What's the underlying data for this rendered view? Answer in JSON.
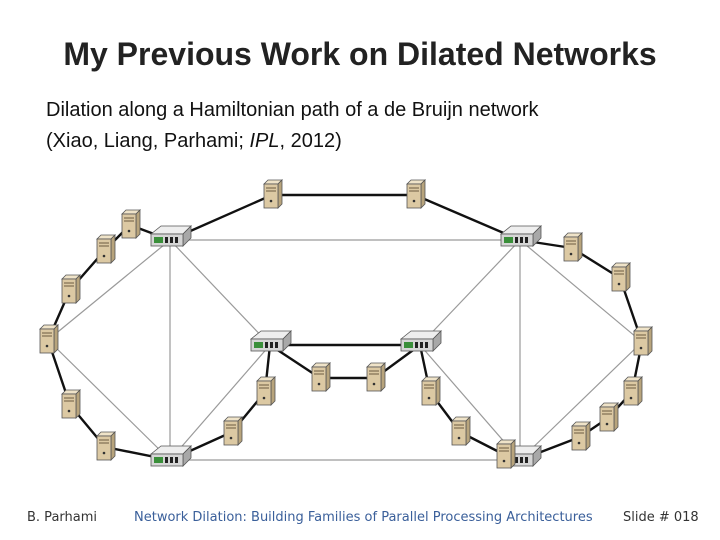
{
  "slide": {
    "title": "My Previous Work on Dilated Networks",
    "subtitle_line1": "Dilation along a Hamiltonian path of a de Bruijn network",
    "subtitle_line2_pre": "(Xiao, Liang, Parhami; ",
    "subtitle_line2_italic": "IPL",
    "subtitle_line2_post": ", 2012)"
  },
  "footer": {
    "author": "B. Parhami",
    "talk_title": "Network Dilation: Building Families of Parallel Processing Architectures",
    "slide_number": "Slide # 018"
  },
  "colors": {
    "hamiltonian_edge": "#111111",
    "dilation_edge": "#9a9a9a",
    "server_body": "#dcc9a3",
    "hub_body": "#d6d6d6",
    "accent_green": "#3a8f3a"
  },
  "diagram": {
    "hub_icon": "network-switch-icon",
    "server_icon": "server-tower-icon"
  }
}
